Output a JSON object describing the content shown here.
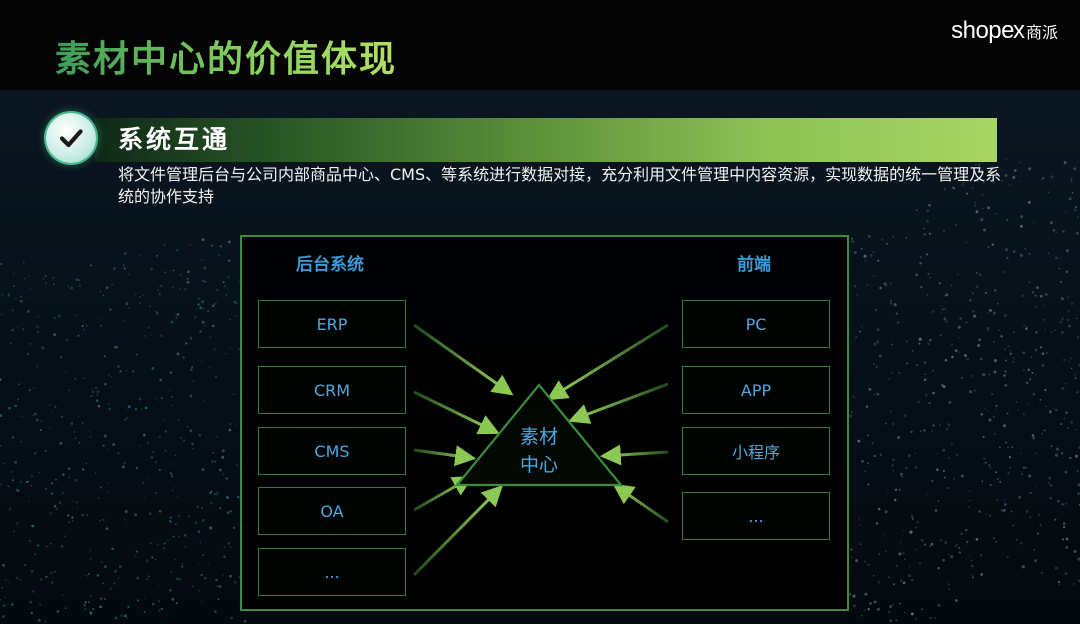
{
  "header": {
    "title": "素材中心的价值体现",
    "brand": {
      "word": "shope",
      "x": "x",
      "cn": "商派"
    }
  },
  "section": {
    "title": "系统互通",
    "description": "将文件管理后台与公司内部商品中心、CMS、等系统进行数据对接，充分利用文件管理中内容资源，实现数据的统一管理及系统的协作支持"
  },
  "diagram": {
    "left_heading": "后台系统",
    "right_heading": "前端",
    "center": "素材\n中心",
    "left_nodes": [
      "ERP",
      "CRM",
      "CMS",
      "OA",
      "..."
    ],
    "right_nodes": [
      "PC",
      "APP",
      "小程序",
      "..."
    ]
  },
  "icons": {
    "section_badge": "check-circle-icon",
    "arrows": "arrow-right-icon"
  },
  "colors": {
    "title_gradient_start": "#3e9b5a",
    "title_gradient_end": "#b3e065",
    "banner_end": "#a7d565",
    "frame_border": "#3f8a3f",
    "node_text": "#4fa6e0",
    "heading_text": "#3a9bd8",
    "arrow": "#7fbe4a"
  }
}
